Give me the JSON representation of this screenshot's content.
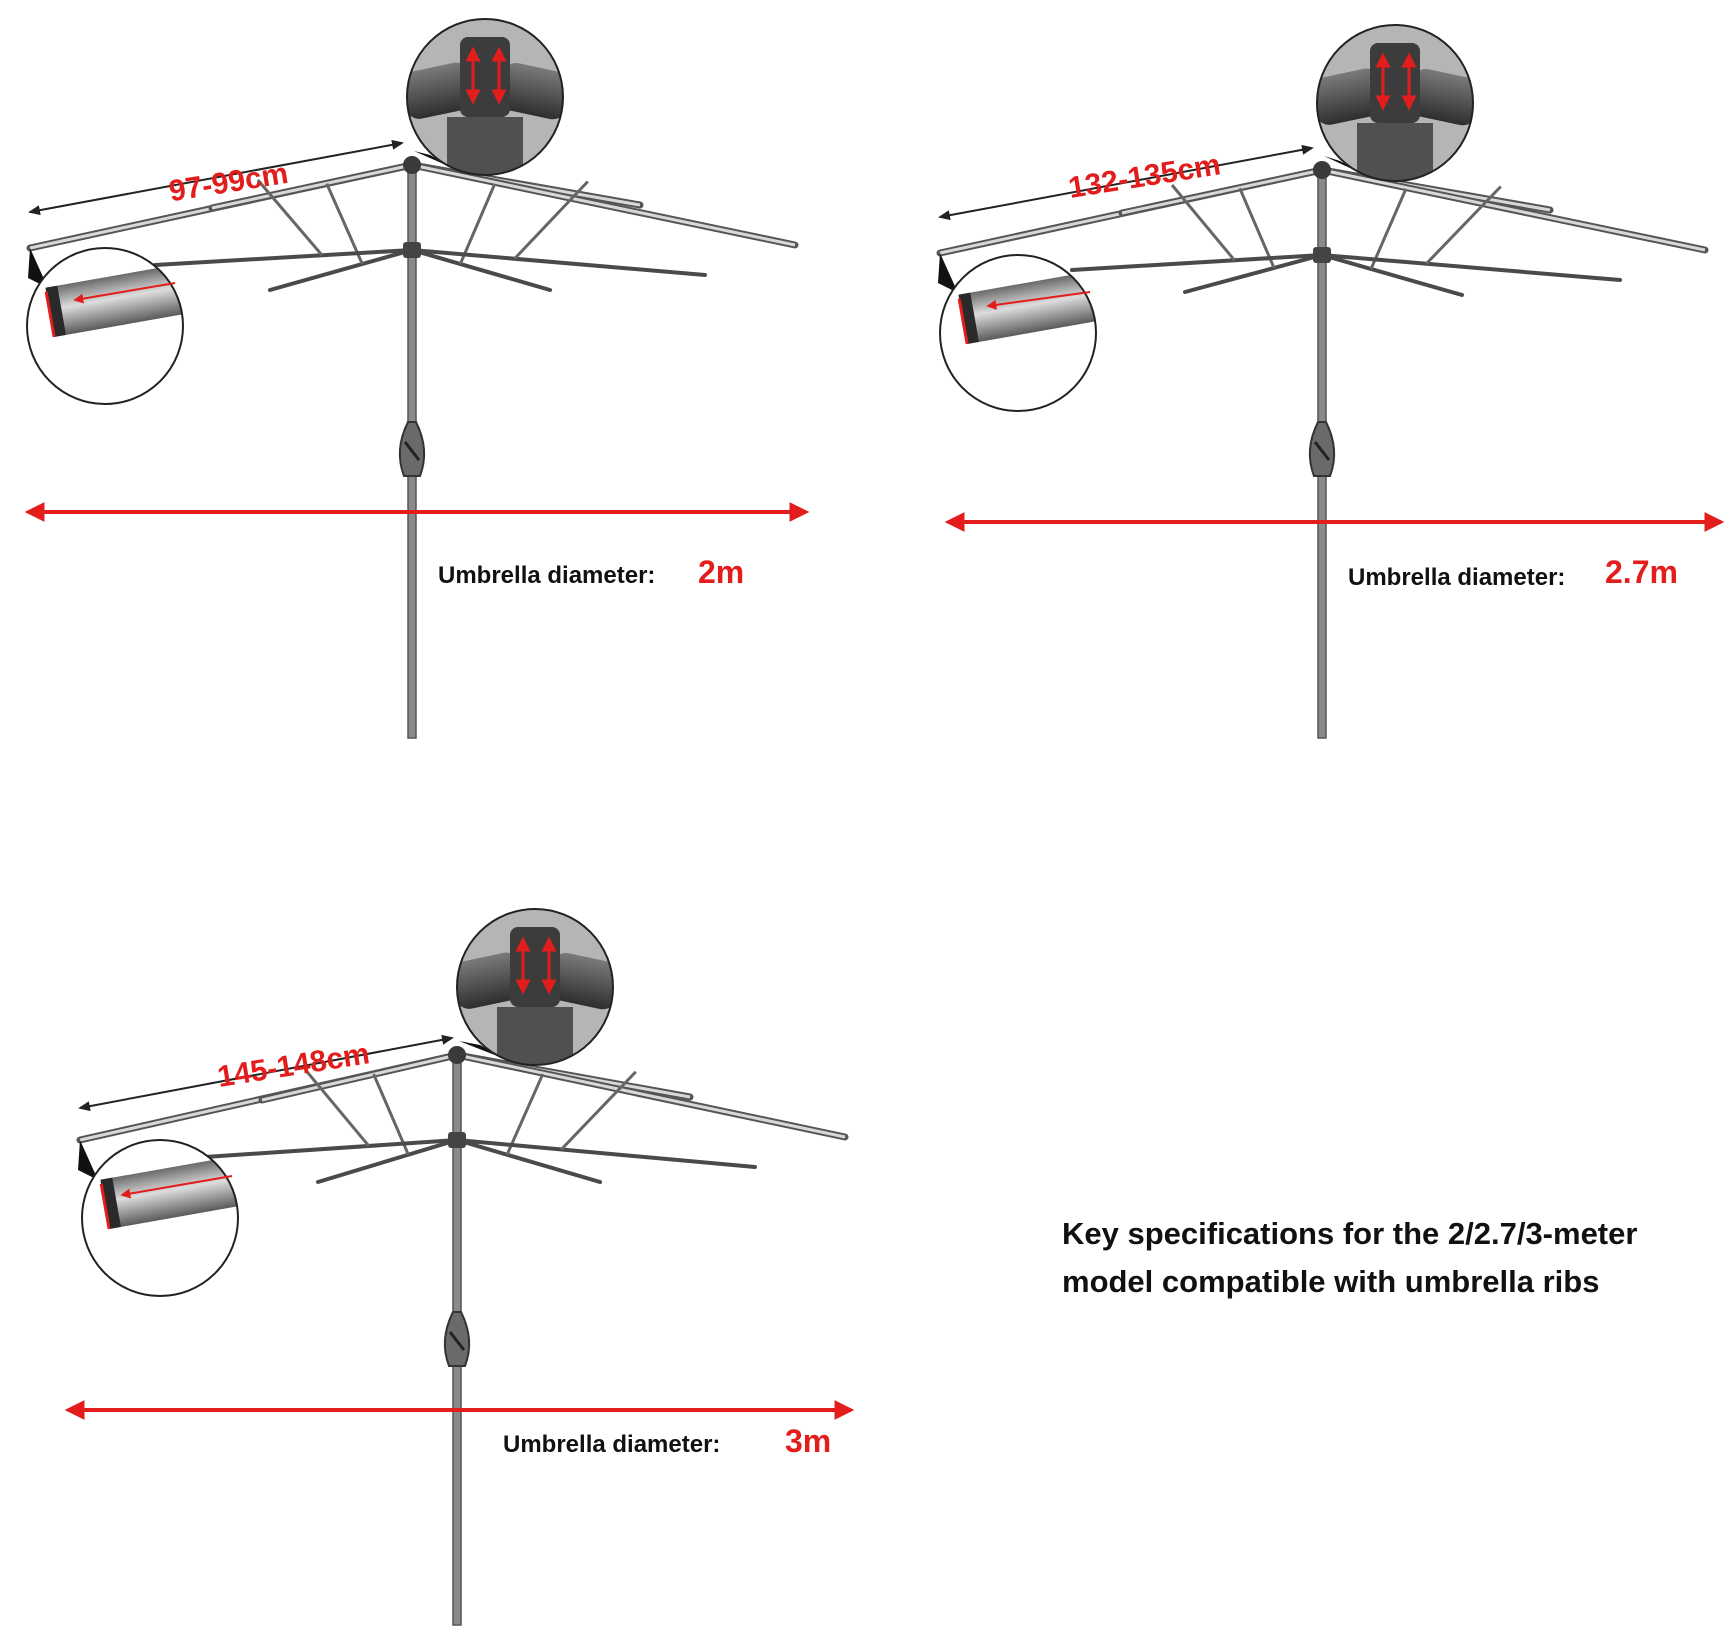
{
  "colors": {
    "accent": "#e31c1c",
    "frame": "#555555",
    "text": "#111111"
  },
  "umbrellas": [
    {
      "rib_length": "97-99cm",
      "diameter_label": "Umbrella diameter:",
      "diameter_value": "2m"
    },
    {
      "rib_length": "132-135cm",
      "diameter_label": "Umbrella diameter:",
      "diameter_value": "2.7m"
    },
    {
      "rib_length": "145-148cm",
      "diameter_label": "Umbrella diameter:",
      "diameter_value": "3m"
    }
  ],
  "caption": {
    "line1": "Key specifications for the 2/2.7/3-meter",
    "line2": "model compatible with umbrella ribs"
  }
}
